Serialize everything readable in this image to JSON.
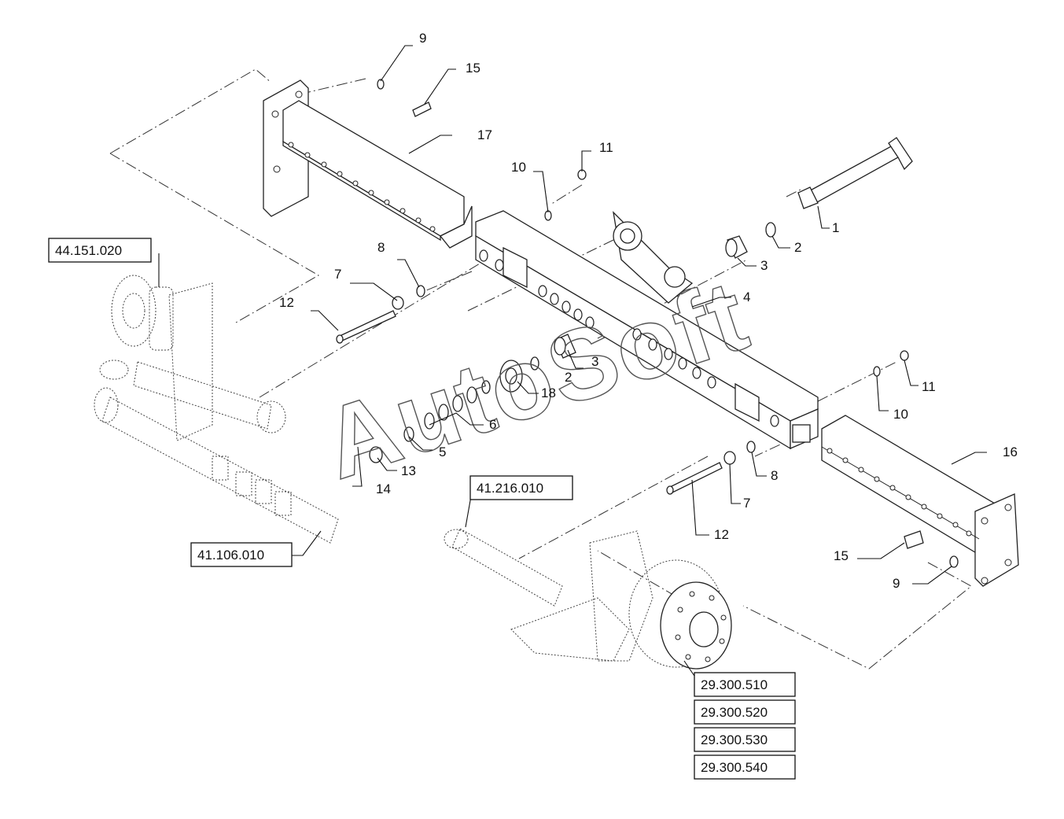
{
  "watermark": "AutoSoft",
  "part_numbers": {
    "p1": "1",
    "p2": "2",
    "p2b": "2",
    "p3": "3",
    "p3b": "3",
    "p4": "4",
    "p5": "5",
    "p6": "6",
    "p7": "7",
    "p7b": "7",
    "p8": "8",
    "p8b": "8",
    "p9": "9",
    "p9b": "9",
    "p10": "10",
    "p10b": "10",
    "p11": "11",
    "p11b": "11",
    "p12": "12",
    "p12b": "12",
    "p13": "13",
    "p14": "14",
    "p15": "15",
    "p15b": "15",
    "p16": "16",
    "p17": "17",
    "p18": "18"
  },
  "references": {
    "r1": "44.151.020",
    "r2": "41.216.010",
    "r3": "41.106.010",
    "r4": "29.300.510",
    "r5": "29.300.520",
    "r6": "29.300.530",
    "r7": "29.300.540"
  }
}
